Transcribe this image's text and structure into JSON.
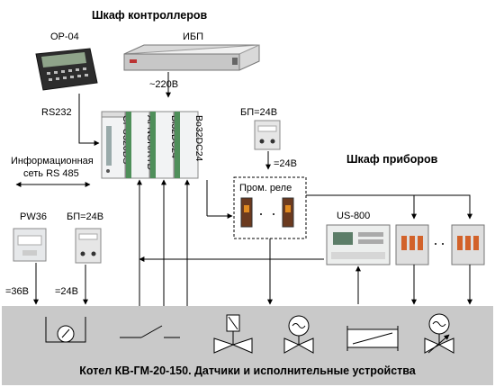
{
  "titles": {
    "controller_cabinet": "Шкаф контроллеров",
    "instrument_cabinet": "Шкаф приборов",
    "boiler": "Котел КВ-ГМ-20-150. Датчики и исполнительные устройства"
  },
  "labels": {
    "op04": "OP-04",
    "ups": "ИБП",
    "v220": "~220В",
    "rs232": "RS232",
    "info_net_line1": "Информационная",
    "info_net_line2": "сеть RS 485",
    "psu_top": "БП=24В",
    "v24_top": "=24В",
    "relay": "Пром. реле",
    "us800": "US-800",
    "pw36": "PW36",
    "psu_left": "БП=24В",
    "v36": "=36В",
    "v24_left": "=24В"
  },
  "modules": [
    "CPU320DS",
    "AI-NOR/RTD",
    "Bi32DC24",
    "Bo32DC24"
  ],
  "colors": {
    "bottom_band": "#c9c9c9",
    "module_body": "#f2f3f4",
    "module_green": "#4f8f5a",
    "op04_screen": "#8fa48a"
  }
}
